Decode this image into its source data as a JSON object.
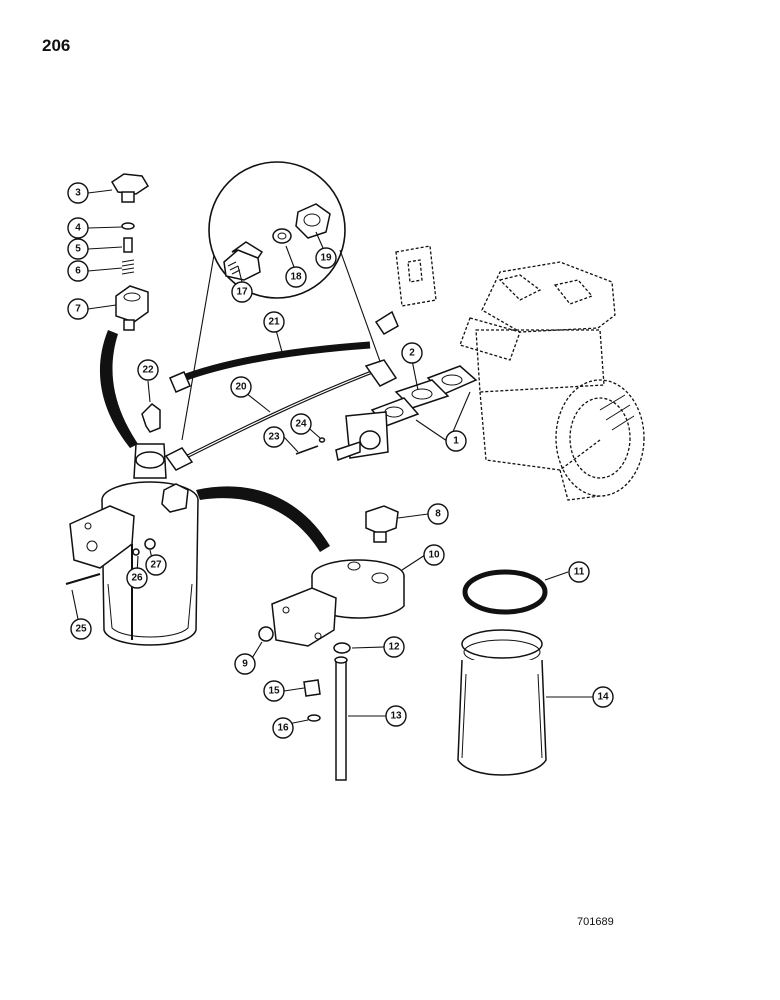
{
  "page": {
    "number": "206",
    "figure_code": "701689"
  },
  "callouts": [
    {
      "id": "c1",
      "label": "1"
    },
    {
      "id": "c2",
      "label": "2"
    },
    {
      "id": "c3",
      "label": "3"
    },
    {
      "id": "c4",
      "label": "4"
    },
    {
      "id": "c5",
      "label": "5"
    },
    {
      "id": "c6",
      "label": "6"
    },
    {
      "id": "c7",
      "label": "7"
    },
    {
      "id": "c8",
      "label": "8"
    },
    {
      "id": "c9",
      "label": "9"
    },
    {
      "id": "c10",
      "label": "10"
    },
    {
      "id": "c11",
      "label": "11"
    },
    {
      "id": "c12",
      "label": "12"
    },
    {
      "id": "c13",
      "label": "13"
    },
    {
      "id": "c14",
      "label": "14"
    },
    {
      "id": "c15",
      "label": "15"
    },
    {
      "id": "c16",
      "label": "16"
    },
    {
      "id": "c17",
      "label": "17"
    },
    {
      "id": "c18",
      "label": "18"
    },
    {
      "id": "c19",
      "label": "19"
    },
    {
      "id": "c20",
      "label": "20"
    },
    {
      "id": "c21",
      "label": "21"
    },
    {
      "id": "c22",
      "label": "22"
    },
    {
      "id": "c23",
      "label": "23"
    },
    {
      "id": "c24",
      "label": "24"
    },
    {
      "id": "c25",
      "label": "25"
    },
    {
      "id": "c26",
      "label": "26"
    },
    {
      "id": "c27",
      "label": "27"
    }
  ]
}
